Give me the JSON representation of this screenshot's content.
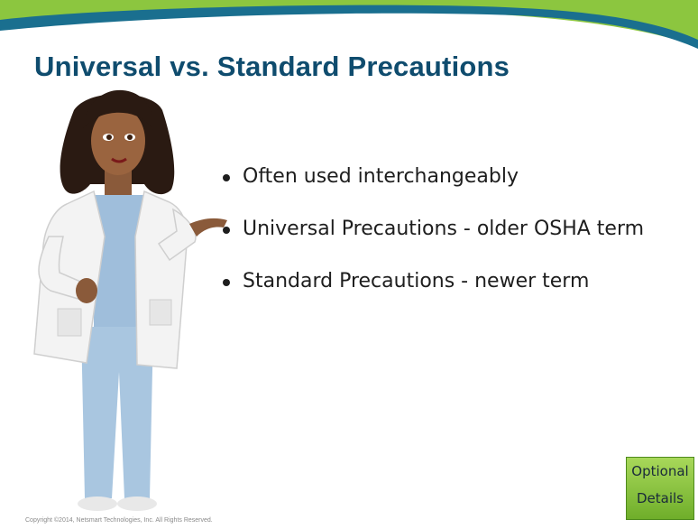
{
  "slide": {
    "title": "Universal vs. Standard Precautions",
    "bullets": [
      "Often used interchangeably",
      "Universal Precautions - older OSHA term",
      "Standard Precautions - newer term"
    ],
    "optional_button": {
      "line1": "Optional",
      "line2": "Details"
    },
    "copyright": "Copyright ©2014, Netsmart Technologies, Inc. All Rights Reserved.",
    "illustration": "doctor-character",
    "colors": {
      "title": "#0f4c6e",
      "swoosh_teal": "#1a6f8f",
      "swoosh_green": "#8cc63f",
      "button_green": "#8cc63f"
    }
  }
}
